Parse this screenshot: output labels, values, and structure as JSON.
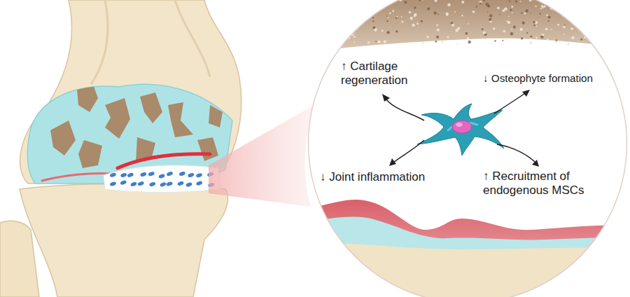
{
  "diagram": {
    "nodes": [
      {
        "text": [
          "↑ Cartilage regeneration",
          "↓ Osteophyte formation",
          "↓ Joint inflammation",
          "↑ Recruitment of endogenous MSCs"
        ]
      }
    ]
  }
}
